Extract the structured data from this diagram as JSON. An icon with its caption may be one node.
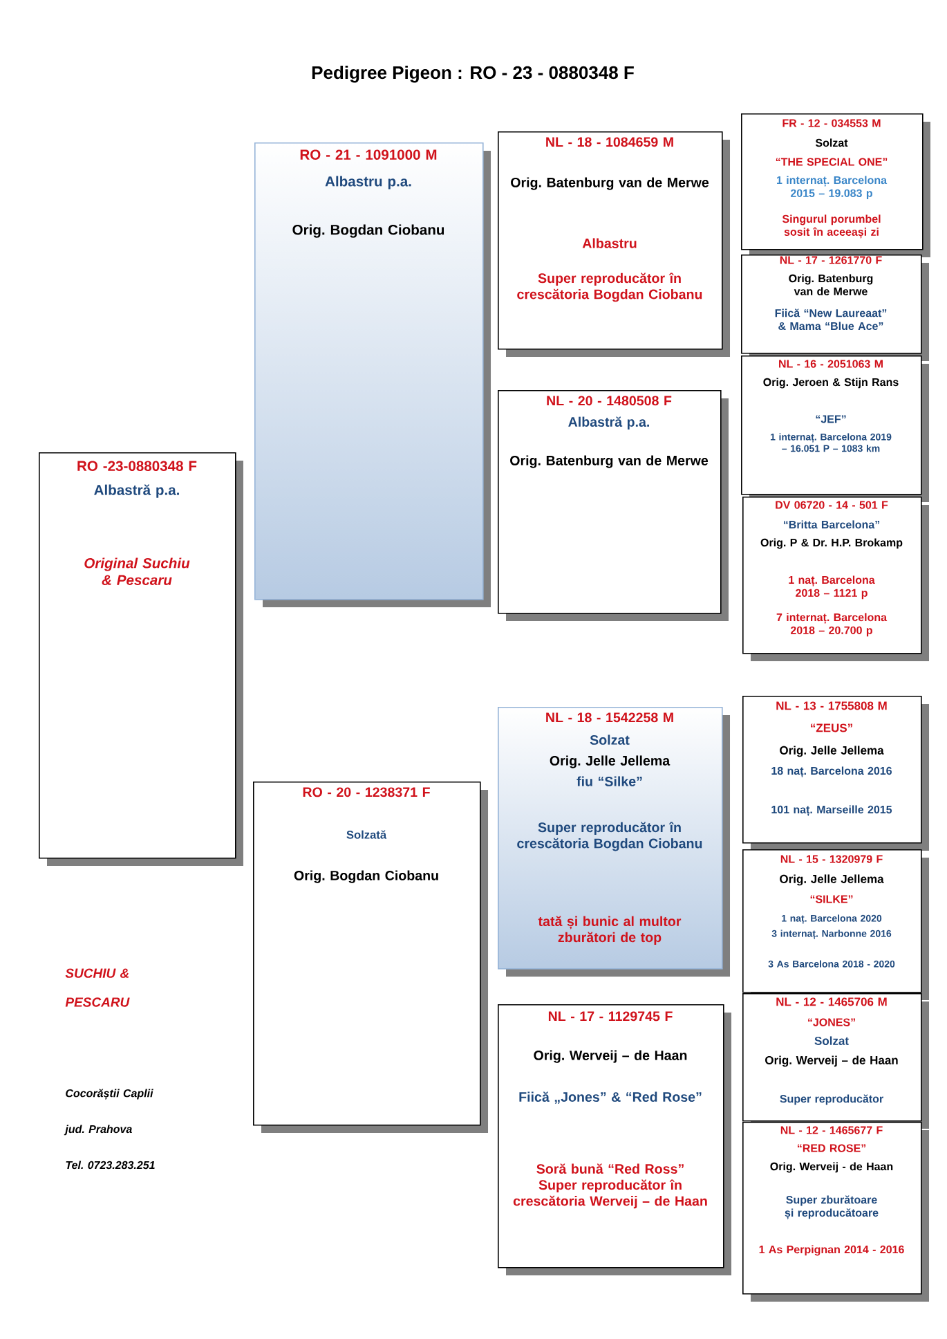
{
  "diagram": {
    "title": "Pedigree Pigeon : RO - 23 - 0880348 F",
    "nodes": [
      {
        "text": [
          "RO -23-0880348 F",
          "Albastră p.a.",
          "Original Suchiu & Pescaru"
        ]
      },
      {
        "text": [
          "RO - 21 - 1091000 M",
          "Albastru p.a.",
          "Orig. Bogdan Ciobanu"
        ]
      },
      {
        "text": [
          "RO - 20 - 1238371 F",
          "Solzată",
          "Orig. Bogdan Ciobanu"
        ]
      },
      {
        "text": [
          "NL - 18 - 1084659 M",
          "Orig. Batenburg van de Merwe",
          "Albastru",
          "Super reproducător în crescătoria Bogdan Ciobanu"
        ]
      },
      {
        "text": [
          "NL - 20 - 1480508 F",
          "Albastră p.a.",
          "Orig. Batenburg van de Merwe"
        ]
      },
      {
        "text": [
          "NL - 18 - 1542258 M",
          "Solzat",
          "Orig. Jelle Jellema",
          "fiu “Silke”",
          "Super reproducător în crescătoria Bogdan Ciobanu",
          "tată și bunic al multor zburători de top"
        ]
      },
      {
        "text": [
          "NL - 17 - 1129745 F",
          "Orig. Werveij – de Haan",
          "Fiică „Jones” & “Red Rose”",
          "Soră bună “Red Ross” Super reproducător în crescătoria Werveij – de Haan"
        ]
      },
      {
        "text": [
          "FR - 12 - 034553 M",
          "Solzat",
          "“THE SPECIAL ONE”",
          "1 internaț. Barcelona 2015 – 19.083 p",
          "Singurul porumbel sosit în aceeași zi"
        ]
      },
      {
        "text": [
          "NL - 17 - 1261770 F",
          "Orig. Batenburg van de Merwe",
          "Fiică “New Laureaat” & Mama “Blue Ace”"
        ]
      },
      {
        "text": [
          "NL - 16 - 2051063 M",
          "Orig. Jeroen & Stijn Rans",
          "“JEF”",
          "1 internaț. Barcelona 2019 – 16.051 P – 1083 km"
        ]
      },
      {
        "text": [
          "DV 06720 - 14 - 501 F",
          "“Britta Barcelona”",
          "Orig. P & Dr. H.P. Brokamp",
          "1 naț. Barcelona 2018 – 1121 p",
          "7 internaț. Barcelona 2018 – 20.700 p"
        ]
      },
      {
        "text": [
          "NL - 13 - 1755808 M",
          "“ZEUS”",
          "Orig. Jelle Jellema",
          "18 naț. Barcelona 2016",
          "101 naț. Marseille 2015"
        ]
      },
      {
        "text": [
          "NL - 15 - 1320979 F",
          "Orig. Jelle Jellema",
          "“SILKE”",
          "1 naț. Barcelona 2020",
          "3 internaț. Narbonne 2016",
          "3 As Barcelona 2018 - 2020"
        ]
      },
      {
        "text": [
          "NL - 12 - 1465706 M",
          "“JONES”",
          "Solzat",
          "Orig. Werveij – de Haan",
          "Super reproducător"
        ]
      },
      {
        "text": [
          "NL - 12 - 1465677 F",
          "“RED ROSE”",
          "Orig. Werveij - de Haan",
          "Super zburătoare și reproducătoare",
          "1 As Perpignan 2014 - 2016"
        ]
      }
    ],
    "labels": [
      "SUCHIU & PESCARU",
      "Cocorăștii Caplii",
      "jud. Prahova",
      "Tel. 0723.283.251"
    ]
  }
}
